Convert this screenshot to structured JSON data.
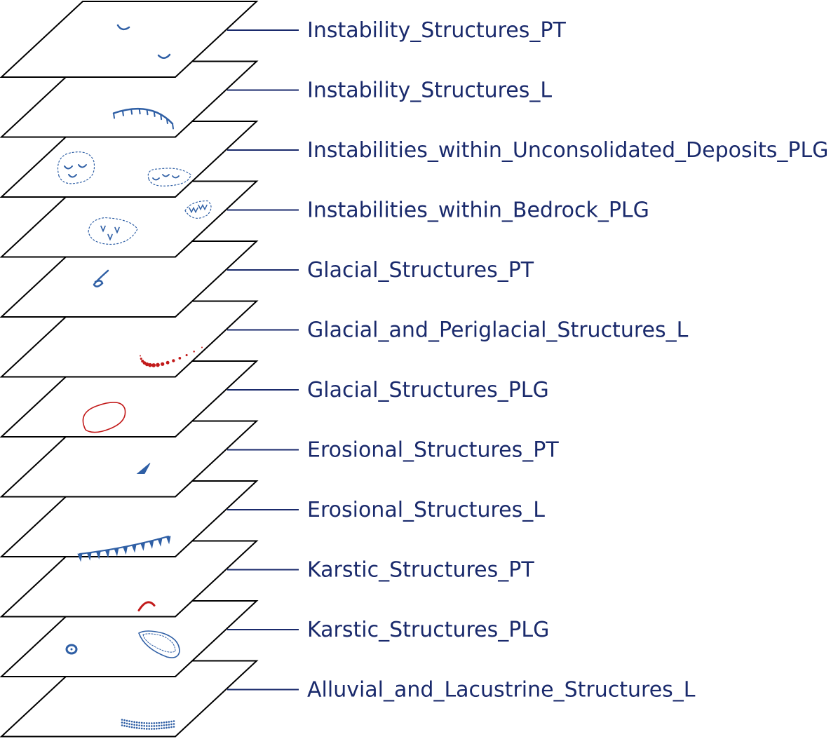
{
  "colors": {
    "label_text": "#1a2a6c",
    "symbol_blue": "#2f5fa5",
    "symbol_red": "#c21a1a",
    "plane_stroke": "#000000"
  },
  "layers": [
    {
      "label": "Instability_Structures_PT",
      "symbol": "crescents",
      "color": "blue"
    },
    {
      "label": "Instability_Structures_L",
      "symbol": "tick-arc",
      "color": "blue"
    },
    {
      "label": "Instabilities_within_Unconsolidated_Deposits_PLG",
      "symbol": "dotted-polygons-crescents",
      "color": "blue"
    },
    {
      "label": "Instabilities_within_Bedrock_PLG",
      "symbol": "dotted-polygons-v",
      "color": "blue"
    },
    {
      "label": "Glacial_Structures_PT",
      "symbol": "small-loop",
      "color": "blue"
    },
    {
      "label": "Glacial_and_Periglacial_Structures_L",
      "symbol": "dotted-curve",
      "color": "red"
    },
    {
      "label": "Glacial_Structures_PLG",
      "symbol": "outline-ring",
      "color": "red"
    },
    {
      "label": "Erosional_Structures_PT",
      "symbol": "wedge",
      "color": "blue"
    },
    {
      "label": "Erosional_Structures_L",
      "symbol": "triangle-arc",
      "color": "blue"
    },
    {
      "label": "Karstic_Structures_PT",
      "symbol": "red-arc",
      "color": "red"
    },
    {
      "label": "Karstic_Structures_PLG",
      "symbol": "target-and-outline",
      "color": "blue"
    },
    {
      "label": "Alluvial_and_Lacustrine_Structures_L",
      "symbol": "dotted-band",
      "color": "blue"
    }
  ]
}
